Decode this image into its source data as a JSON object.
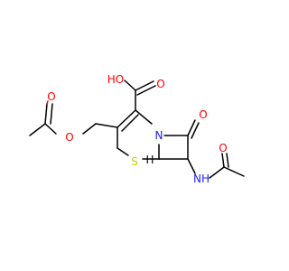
{
  "colors": {
    "carbon": "#000000",
    "oxygen": "#ff0000",
    "nitrogen": "#2020ff",
    "sulfur": "#cccc00"
  },
  "atoms": {
    "carboxyl_oh": "HO",
    "carboxyl_o": "O",
    "ring_n": "N",
    "lactam_o": "O",
    "ring_s": "S",
    "stereo_h": "H",
    "amide_nh": "NH",
    "amide_o": "O",
    "ester_o1": "O",
    "ester_o2": "O"
  }
}
